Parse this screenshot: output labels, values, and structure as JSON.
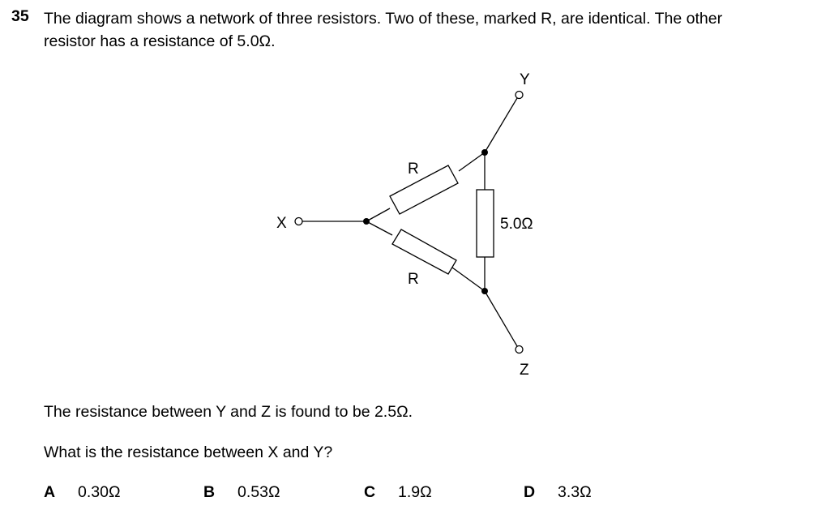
{
  "question": {
    "number": "35",
    "stem_line1": "The diagram shows a network of three resistors. Two of these, marked R, are identical. The other",
    "stem_line2": "resistor has a resistance of 5.0Ω.",
    "statement": "The resistance between Y and Z is found to be 2.5Ω.",
    "prompt": "What is the resistance between X and Y?"
  },
  "diagram": {
    "terminal_x": "X",
    "terminal_y": "Y",
    "terminal_z": "Z",
    "resistor_top_label": "R",
    "resistor_bottom_label": "R",
    "resistor_right_label": "5.0Ω"
  },
  "options": [
    {
      "letter": "A",
      "value": "0.30Ω"
    },
    {
      "letter": "B",
      "value": "0.53Ω"
    },
    {
      "letter": "C",
      "value": "1.9Ω"
    },
    {
      "letter": "D",
      "value": "3.3Ω"
    }
  ]
}
